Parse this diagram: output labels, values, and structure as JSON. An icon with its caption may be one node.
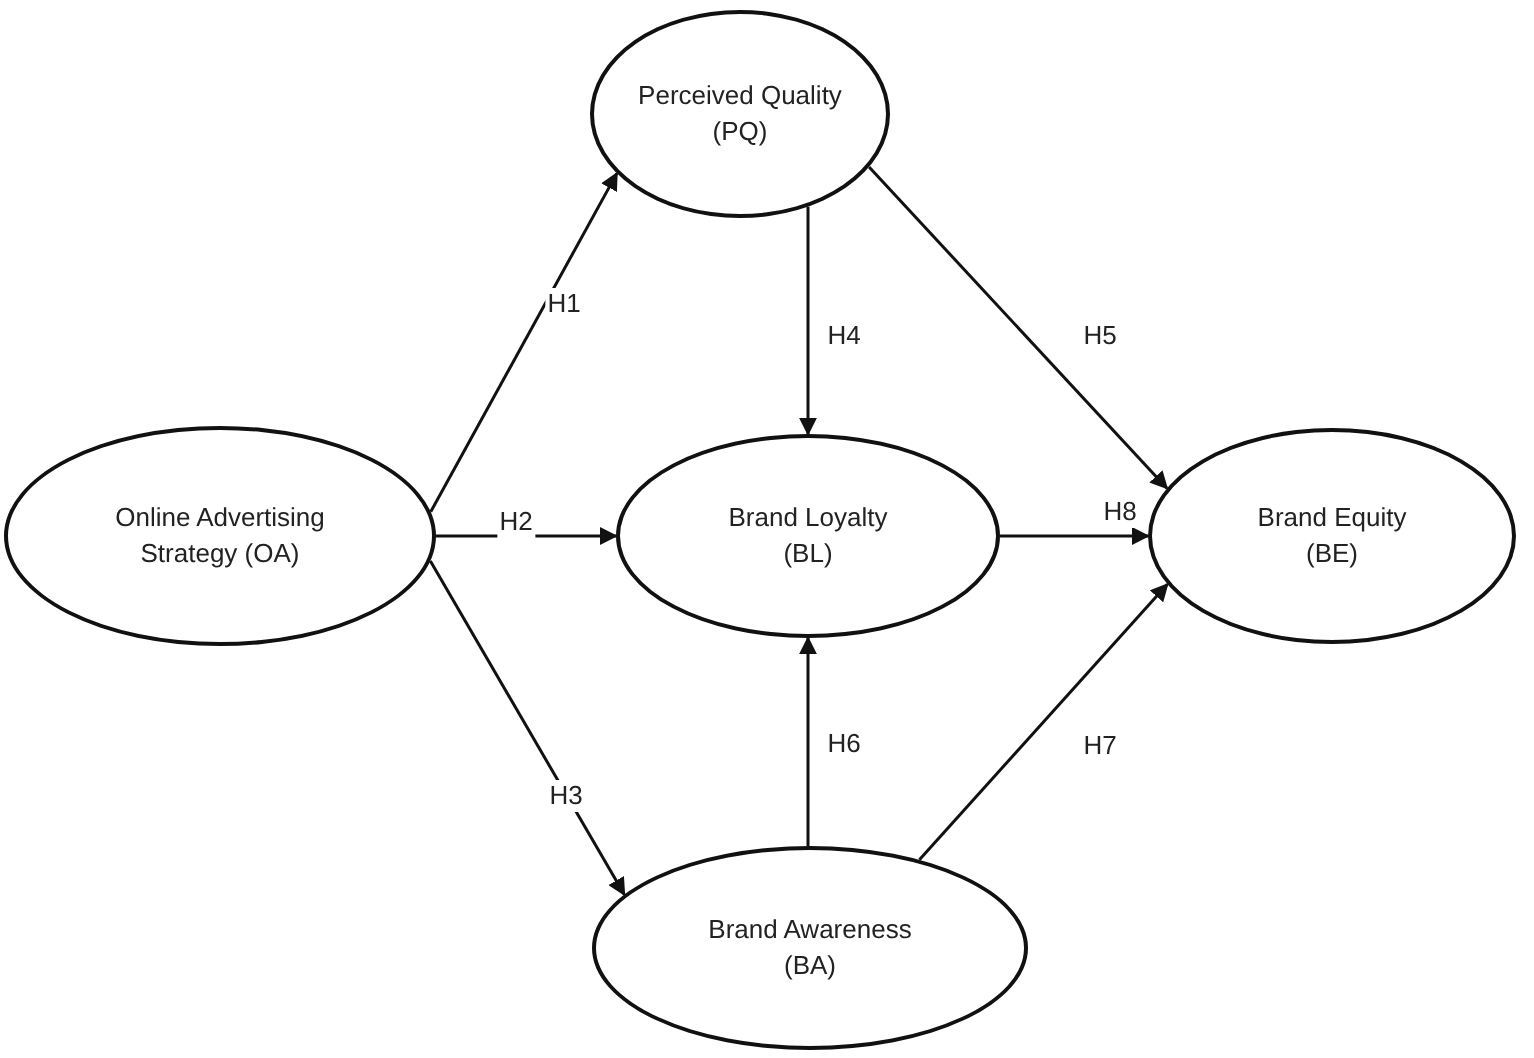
{
  "diagram": {
    "nodes": [
      {
        "text": [
          "Online Advertising Strategy (OA)"
        ]
      },
      {
        "text": [
          "Perceived Quality (PQ)"
        ]
      },
      {
        "text": [
          "Brand Loyalty (BL)"
        ]
      },
      {
        "text": [
          "Brand Equity (BE)"
        ]
      },
      {
        "text": [
          "Brand Awareness (BA)"
        ]
      }
    ],
    "edges": [
      {
        "from": 0,
        "to": 1,
        "arrow": "to",
        "label": "H1"
      },
      {
        "from": 0,
        "to": 2,
        "arrow": "to",
        "label": "H2"
      },
      {
        "from": 0,
        "to": 4,
        "arrow": "to",
        "label": "H3"
      },
      {
        "from": 1,
        "to": 2,
        "arrow": "to",
        "label": "H4"
      },
      {
        "from": 1,
        "to": 3,
        "arrow": "to",
        "label": "H5"
      },
      {
        "from": 4,
        "to": 2,
        "arrow": "to",
        "label": "H6"
      },
      {
        "from": 2,
        "to": 3,
        "arrow": "to",
        "label": "H8"
      },
      {
        "from": 4,
        "to": 3,
        "arrow": "to",
        "label": "H7"
      }
    ]
  }
}
